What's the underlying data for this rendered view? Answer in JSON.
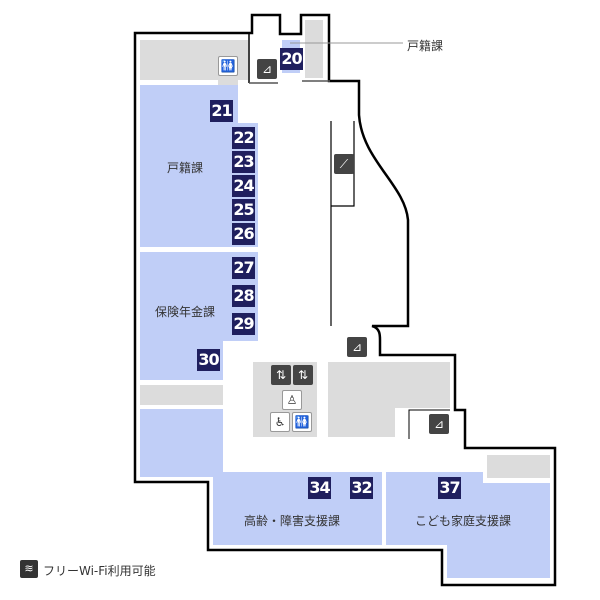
{
  "colors": {
    "office": "#c0cef7",
    "facility": "#dcdcdc",
    "badge": "#1f1f5e",
    "wall": "#000000"
  },
  "callout": {
    "label": "戸籍課"
  },
  "departments": [
    {
      "name": "戸籍課"
    },
    {
      "name": "保険年金課"
    },
    {
      "name": "高齢・障害支援課"
    },
    {
      "name": "こども家庭支援課"
    }
  ],
  "counters": [
    "20",
    "21",
    "22",
    "23",
    "24",
    "25",
    "26",
    "27",
    "28",
    "29",
    "30",
    "34",
    "32",
    "37"
  ],
  "icons": {
    "restroom": "restroom-icon",
    "stairs": "stairs-icon",
    "escalator": "escalator-icon",
    "elevator": "elevator-icon",
    "baby_care": "baby-care-icon",
    "accessible": "wheelchair-icon"
  },
  "legend": {
    "wifi": "フリーWi-Fi利用可能"
  }
}
